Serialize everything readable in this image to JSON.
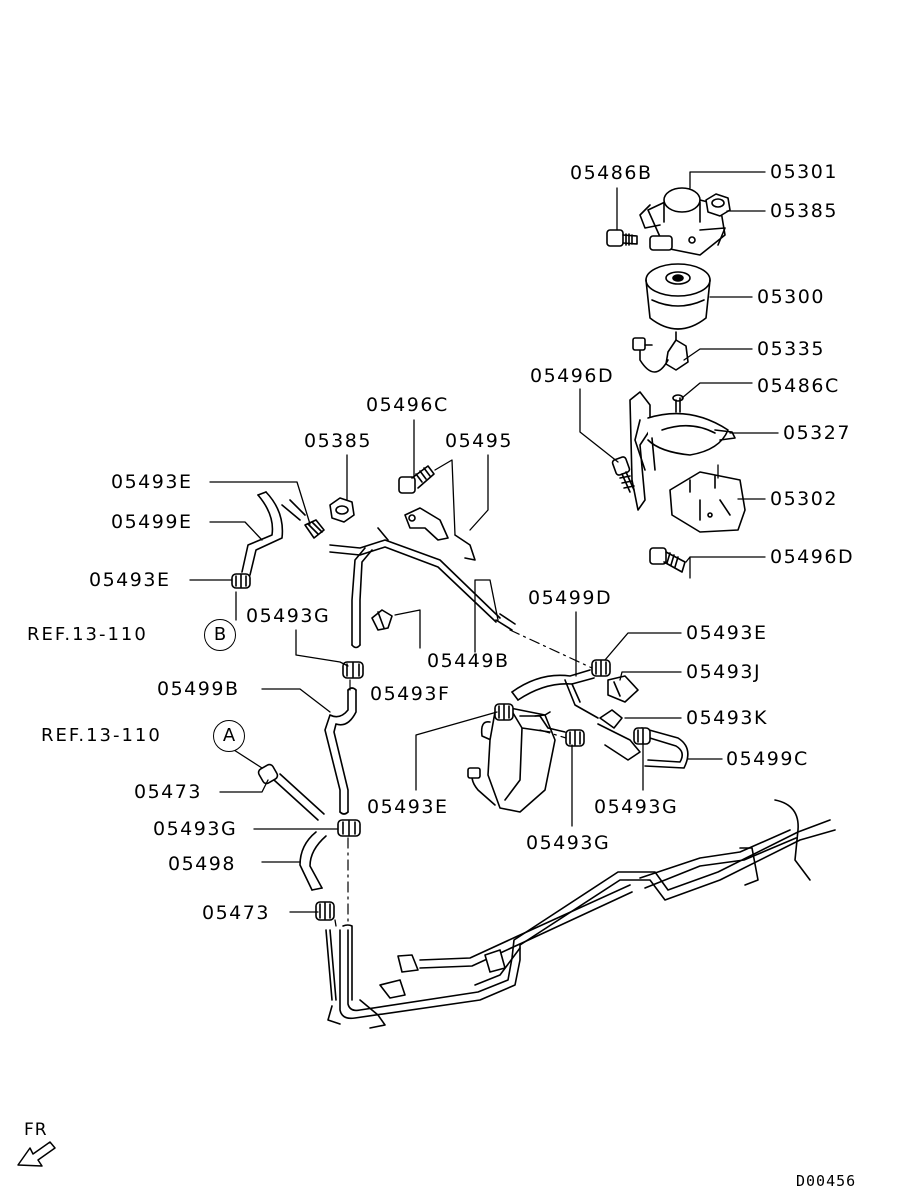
{
  "labels": {
    "l05486B_top": "05486B",
    "l05301": "05301",
    "l05385_top": "05385",
    "l05300": "05300",
    "l05335": "05335",
    "l05496D_left": "05496D",
    "l05486C": "05486C",
    "l05327": "05327",
    "l05302": "05302",
    "l05496D_bottom": "05496D",
    "l05496C": "05496C",
    "l05385_mid": "05385",
    "l05495": "05495",
    "l05493E_1": "05493E",
    "l05499E": "05499E",
    "l05493E_2": "05493E",
    "l05493G_1": "05493G",
    "l05499D": "05499D",
    "l05493E_3": "05493E",
    "l05449B": "05449B",
    "l05493J": "05493J",
    "l05499B": "05499B",
    "l05493F": "05493F",
    "l05493K": "05493K",
    "l05499C": "05499C",
    "l05473_1": "05473",
    "l05493E_4": "05493E",
    "l05493G_2": "05493G",
    "l05493G_3": "05493G",
    "l05493G_4": "05493G",
    "l05498": "05498",
    "l05473_2": "05473"
  },
  "refs": {
    "ref_b": "REF.13-110",
    "ref_a": "REF.13-110",
    "circle_b": "B",
    "circle_a": "A"
  },
  "footer": {
    "fr": "FR",
    "code": "D00456"
  }
}
